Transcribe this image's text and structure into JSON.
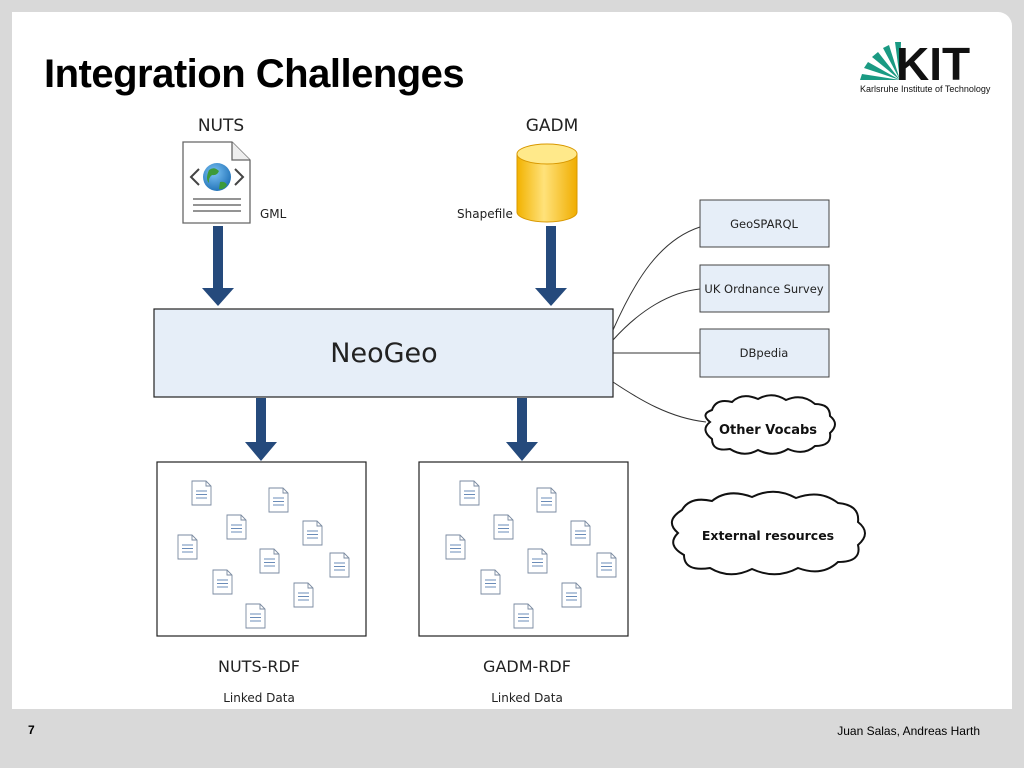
{
  "slide": {
    "title": "Integration Challenges",
    "page_number": "7",
    "authors": "Juan Salas, Andreas Harth",
    "logo": {
      "text": "KIT",
      "subtitle": "Karlsruhe Institute of Technology",
      "color": "#1a9a83"
    }
  },
  "diagram": {
    "sources": [
      {
        "name": "NUTS",
        "format": "GML",
        "icon": "xml-document-globe-icon"
      },
      {
        "name": "GADM",
        "format": "Shapefile",
        "icon": "database-cylinder-icon"
      }
    ],
    "center": {
      "label": "NeoGeo"
    },
    "vocabularies": [
      "GeoSPARQL",
      "UK Ordnance Survey",
      "DBpedia"
    ],
    "clouds": {
      "other_vocabs": "Other Vocabs",
      "external_resources": "External resources"
    },
    "outputs": [
      {
        "name": "NUTS-RDF",
        "subtitle": "Linked Data"
      },
      {
        "name": "GADM-RDF",
        "subtitle": "Linked Data"
      }
    ],
    "colors": {
      "arrow": "#254a7c",
      "box_fill": "#e6eef8",
      "cylinder": "#ffd23f"
    }
  }
}
